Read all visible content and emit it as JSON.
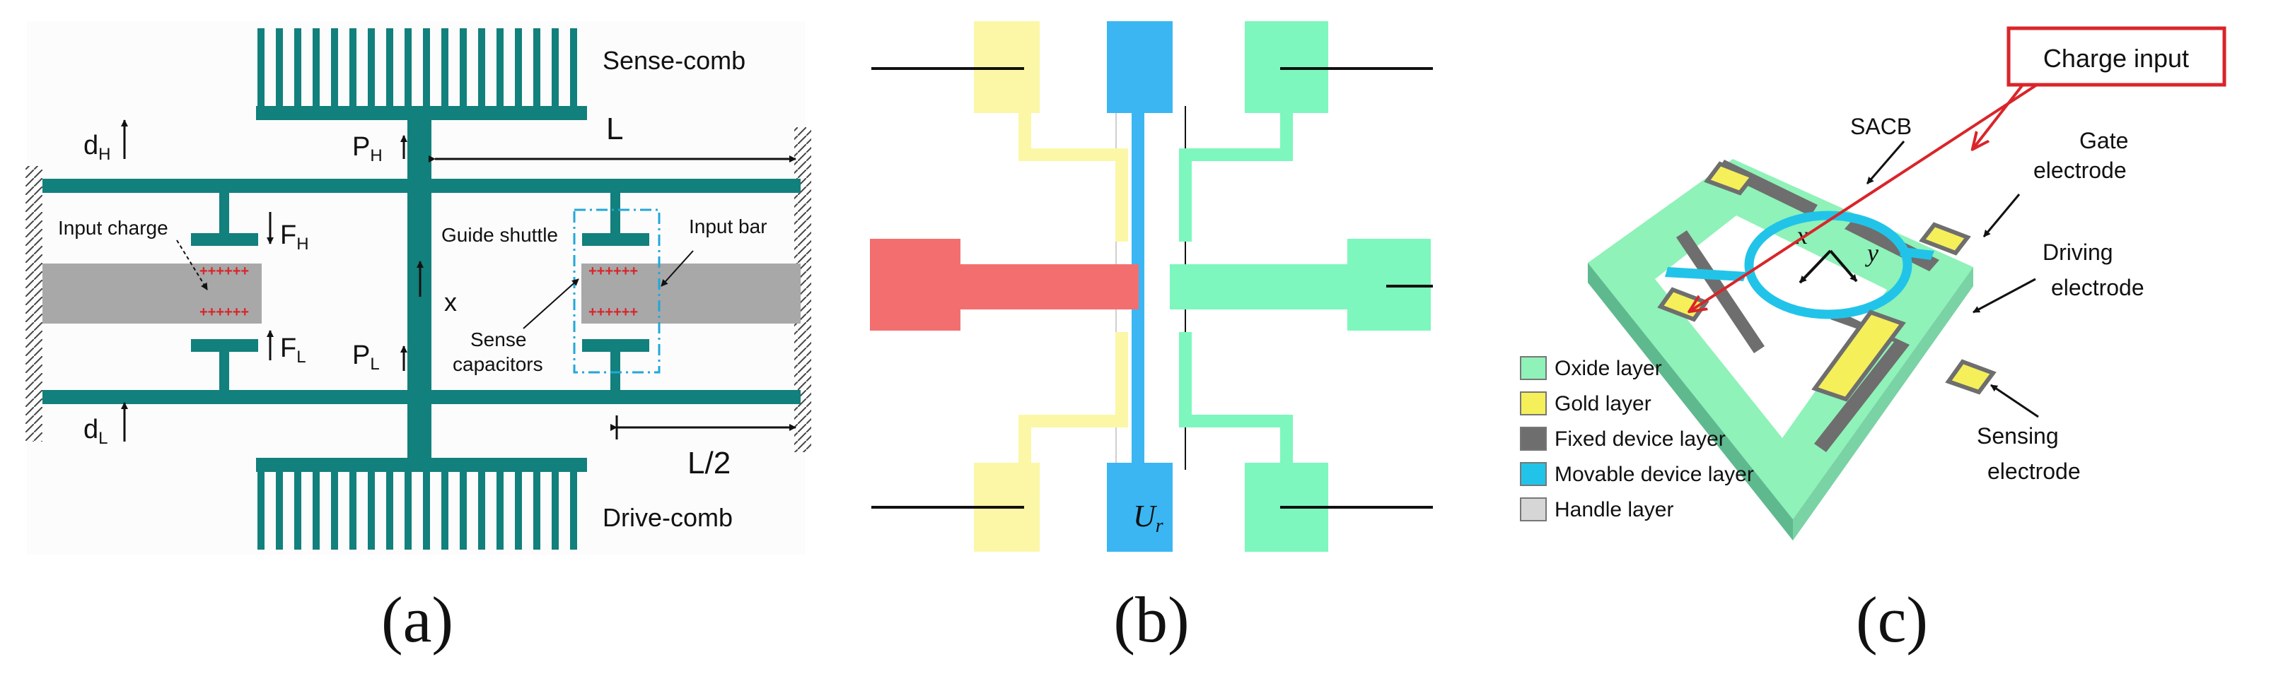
{
  "panel_a": {
    "sense_comb": "Sense-comb",
    "drive_comb": "Drive-comb",
    "L": "L",
    "half_L": "L/2",
    "dH": "d",
    "dH_sub": "H",
    "dL": "d",
    "dL_sub": "L",
    "PH": "P",
    "PH_sub": "H",
    "PL": "P",
    "PL_sub": "L",
    "FH": "F",
    "FH_sub": "H",
    "FL": "F",
    "FL_sub": "L",
    "input_charge": "Input charge",
    "guide_shuttle": "Guide shuttle",
    "x": "x",
    "input_bar": "Input bar",
    "sense_capacitors_1": "Sense",
    "sense_capacitors_2": "capacitors",
    "charge_marks": "++++++"
  },
  "panel_b": {
    "Ur": "U",
    "Ur_sub": "r"
  },
  "panel_c": {
    "charge_input": "Charge input",
    "sacb": "SACB",
    "gate_1": "Gate",
    "gate_2": "electrode",
    "driving_1": "Driving",
    "driving_2": "electrode",
    "sensing_1": "Sensing",
    "sensing_2": "electrode",
    "x": "x",
    "y": "y",
    "legend": [
      {
        "label": "Oxide layer",
        "color": "#8ff2b8"
      },
      {
        "label": "Gold layer",
        "color": "#f5ef5a"
      },
      {
        "label": "Fixed device layer",
        "color": "#6e6e6e"
      },
      {
        "label": "Movable device layer",
        "color": "#21c4e8"
      },
      {
        "label": "Handle layer",
        "color": "#d6d6d6"
      }
    ]
  },
  "captions": [
    "(a)",
    "(b)",
    "(c)"
  ],
  "colors": {
    "structure": "#12807c",
    "bar": "#a8a8a8",
    "pad_yellow": "#fbf7a6",
    "pad_blue": "#3bb6f3",
    "pad_red": "#f36f6f",
    "pad_green": "#7df7bd",
    "accent_red": "#d9252a"
  }
}
